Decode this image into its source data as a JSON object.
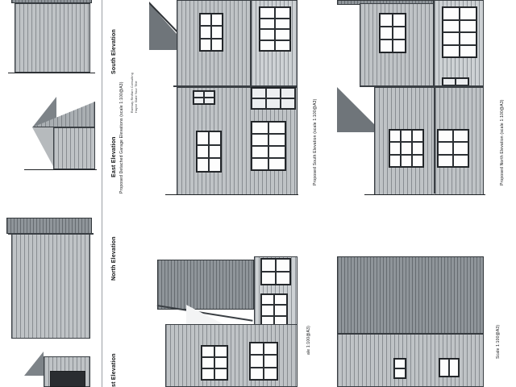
{
  "drawing": {
    "sheet_type": "architectural-elevations",
    "scale_note": "scale 1:100@A3",
    "labels": {
      "south_elevation": "South Elevation",
      "east_elevation": "East Elevation",
      "north_elevation": "North Elevation",
      "west_elevation": "st Elevation",
      "garage_title": "Proposed Detached Garage Elevations (scale 1:100@A3)",
      "proposed_south": "Proposed South Elevation (scale 1:100@A3)",
      "proposed_north": "Proposed North Elevation (scale 1:100@A3)",
      "proposed_east_partial": "ale 1:100@A3)",
      "proposed_west_partial": "Scale 1:100@A3)"
    },
    "stamp": {
      "line1": "Ramsay Redfarn Consulting",
      "line2": "Hayne Slate Your Title"
    },
    "colors": {
      "cladding": "#bfc3c6",
      "roof": "#8f959a",
      "outline": "#1c1f22",
      "paper": "#ffffff",
      "glass": "#ffffff"
    }
  }
}
